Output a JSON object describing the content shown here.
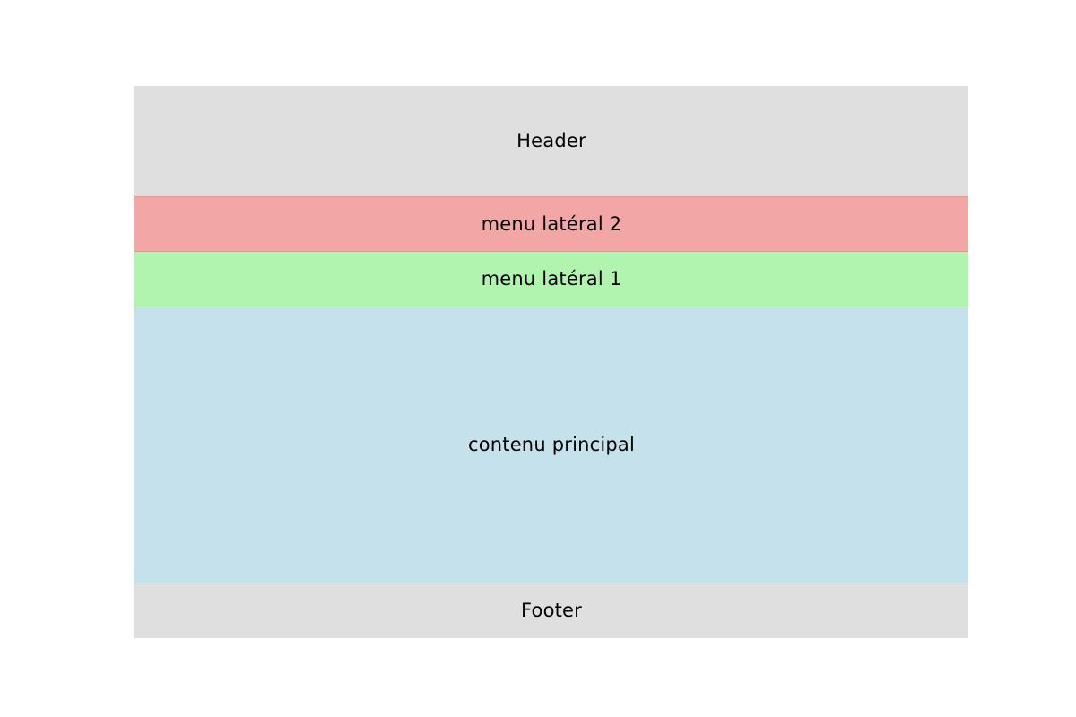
{
  "regions": {
    "header": {
      "label": "Header",
      "color": "#dfdfdf"
    },
    "side_menu_2": {
      "label": "menu latéral 2",
      "color": "#f3a6a6"
    },
    "side_menu_1": {
      "label": "menu latéral 1",
      "color": "#b0f4b0"
    },
    "main_content": {
      "label": "contenu principal",
      "color": "#c5e2ec"
    },
    "footer": {
      "label": "Footer",
      "color": "#dfdfdf"
    }
  }
}
